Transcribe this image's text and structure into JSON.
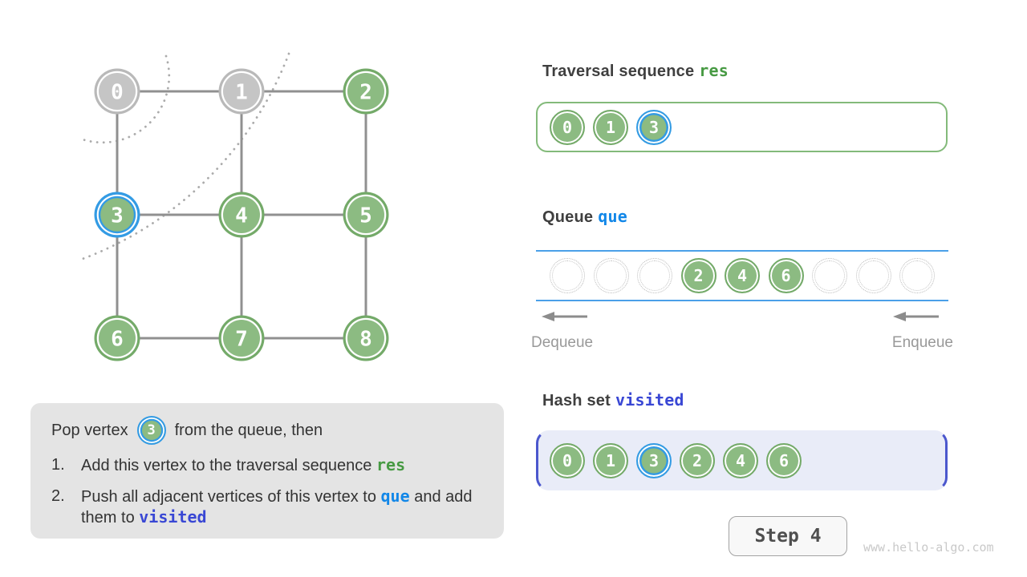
{
  "colors": {
    "node_green_fill": "#8cbb82",
    "node_green_border": "#74aa69",
    "node_gray_fill": "#c5c5c5",
    "node_gray_border": "#b9b9b9",
    "highlight_blue": "#339be4",
    "white_ring": "#ffffff",
    "edge_gray": "#909090",
    "accent_green": "#479a43",
    "accent_blue": "#1287e8",
    "accent_indigo": "#3947d4",
    "queue_line_blue": "#4aa0e8",
    "hash_border_indigo": "#4b57cd",
    "hash_bg": "#e9ecf8",
    "res_box_border": "#83ba7a"
  },
  "graph": {
    "nodes": [
      {
        "id": "0",
        "row": 0,
        "col": 0,
        "state": "done"
      },
      {
        "id": "1",
        "row": 0,
        "col": 1,
        "state": "done"
      },
      {
        "id": "2",
        "row": 0,
        "col": 2,
        "state": "frontier"
      },
      {
        "id": "3",
        "row": 1,
        "col": 0,
        "state": "current"
      },
      {
        "id": "4",
        "row": 1,
        "col": 1,
        "state": "frontier"
      },
      {
        "id": "5",
        "row": 1,
        "col": 2,
        "state": "frontier"
      },
      {
        "id": "6",
        "row": 2,
        "col": 0,
        "state": "frontier"
      },
      {
        "id": "7",
        "row": 2,
        "col": 1,
        "state": "frontier"
      },
      {
        "id": "8",
        "row": 2,
        "col": 2,
        "state": "frontier"
      }
    ],
    "edges": [
      [
        "0",
        "1"
      ],
      [
        "1",
        "2"
      ],
      [
        "3",
        "4"
      ],
      [
        "4",
        "5"
      ],
      [
        "6",
        "7"
      ],
      [
        "7",
        "8"
      ],
      [
        "0",
        "3"
      ],
      [
        "1",
        "4"
      ],
      [
        "2",
        "5"
      ],
      [
        "3",
        "6"
      ],
      [
        "4",
        "7"
      ],
      [
        "5",
        "8"
      ]
    ]
  },
  "explanation": {
    "intro_before": "Pop vertex",
    "vertex": "3",
    "intro_after": "from the queue, then",
    "items": [
      {
        "num": "1.",
        "parts": [
          {
            "text": "Add this vertex to the traversal sequence "
          },
          {
            "text": "res",
            "kw": "green"
          }
        ]
      },
      {
        "num": "2.",
        "parts": [
          {
            "text": "Push all adjacent vertices of this vertex to "
          },
          {
            "text": "que",
            "kw": "blue"
          },
          {
            "text": " and add them to "
          },
          {
            "text": "visited",
            "kw": "indigo"
          }
        ]
      }
    ]
  },
  "traversal": {
    "title": "Traversal sequence",
    "keyword": "res",
    "values": [
      {
        "v": "0"
      },
      {
        "v": "1"
      },
      {
        "v": "3",
        "current": true
      }
    ]
  },
  "queue": {
    "title": "Queue",
    "keyword": "que",
    "slots": [
      null,
      null,
      null,
      "2",
      "4",
      "6",
      null,
      null,
      null
    ],
    "dequeue_label": "Dequeue",
    "enqueue_label": "Enqueue"
  },
  "hashset": {
    "title": "Hash set",
    "keyword": "visited",
    "values": [
      {
        "v": "0"
      },
      {
        "v": "1"
      },
      {
        "v": "3",
        "current": true
      },
      {
        "v": "2"
      },
      {
        "v": "4"
      },
      {
        "v": "6"
      }
    ]
  },
  "footer": {
    "step": "Step 4",
    "watermark": "www.hello-algo.com"
  }
}
